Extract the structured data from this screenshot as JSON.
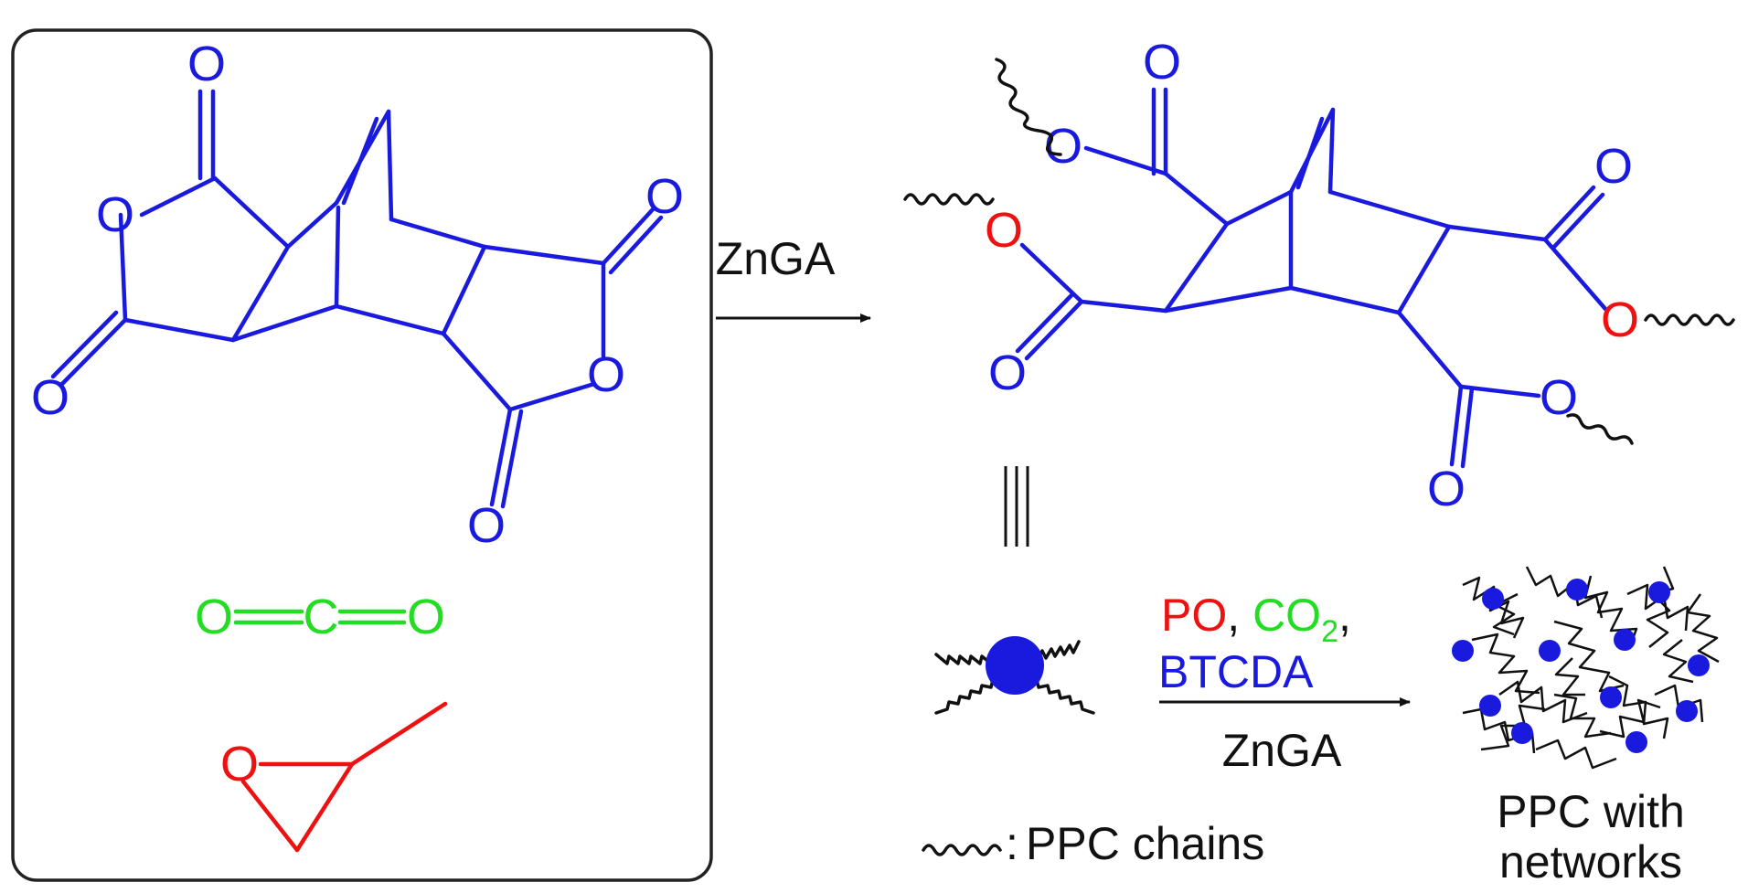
{
  "colors": {
    "blue": "#1a1adf",
    "red": "#ee1111",
    "green": "#22dd22",
    "black": "#111111",
    "box_border": "#222222"
  },
  "atoms": {
    "oxygen": "O",
    "carbon": "C"
  },
  "reaction_1": {
    "catalyst": "ZnGA"
  },
  "reaction_2": {
    "reagent_po": "PO",
    "reagent_separator": ",",
    "reagent_co2_base": "CO",
    "reagent_co2_sub": "2",
    "reagent_trailing_comma": ",",
    "reagent_btcda": "BTCDA",
    "catalyst": "ZnGA"
  },
  "legend": {
    "separator": ":",
    "label": "PPC chains"
  },
  "product": {
    "label_line1": "PPC with",
    "label_line2": "networks"
  },
  "icons": [
    "reaction-arrow-icon",
    "equivalence-icon",
    "wavy-chain-icon",
    "crosslink-node-icon"
  ]
}
